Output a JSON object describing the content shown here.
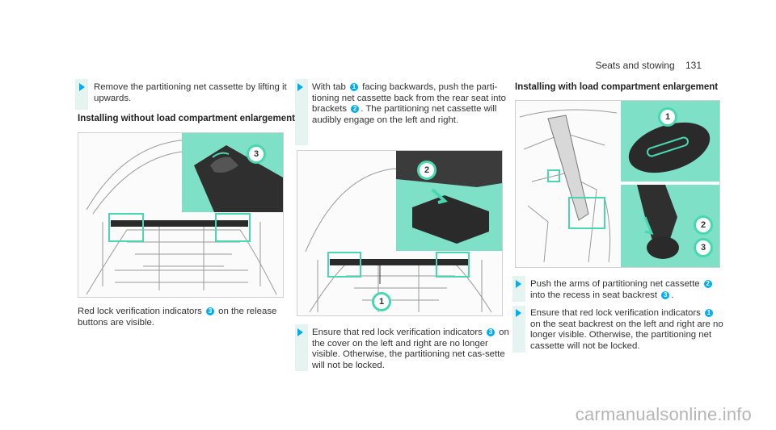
{
  "header": {
    "section": "Seats and stowing",
    "page": "131"
  },
  "col1": {
    "step1": {
      "text": "Remove the partitioning net cassette by lifting it upwards."
    },
    "heading": "Installing without load compartment enlargement",
    "figure": {
      "callout_3": "3"
    },
    "caption_pre": "Red lock verification indicators ",
    "caption_num": "3",
    "caption_post": " on the release buttons are visible."
  },
  "col2": {
    "step1_pre": "With tab ",
    "step1_num1": "1",
    "step1_mid": " facing backwards, push the parti-tioning net cassette back from the rear seat into brackets ",
    "step1_num2": "2",
    "step1_post": ". The partitioning net cassette will audibly engage on the left and right.",
    "figure": {
      "callout_2": "2",
      "callout_1": "1"
    },
    "step2_pre": "Ensure that red lock verification indicators ",
    "step2_num": "3",
    "step2_post": " on the cover on the left and right are no longer visible. Otherwise, the partitioning net cas-sette will not be locked."
  },
  "col3": {
    "heading": "Installing with load compartment enlargement",
    "figure": {
      "callout_1": "1",
      "callout_2": "2",
      "callout_3": "3"
    },
    "step1_pre": "Push the arms of partitioning net cassette ",
    "step1_num1": "2",
    "step1_mid": " into the recess in seat backrest ",
    "step1_num2": "3",
    "step1_post": ".",
    "step2_pre": "Ensure that red lock verification indicators ",
    "step2_num": "1",
    "step2_post": " on the seat backrest on the left and right are no longer visible. Otherwise, the partitioning net cassette will not be locked."
  },
  "watermark": "carmanualsonline.info"
}
